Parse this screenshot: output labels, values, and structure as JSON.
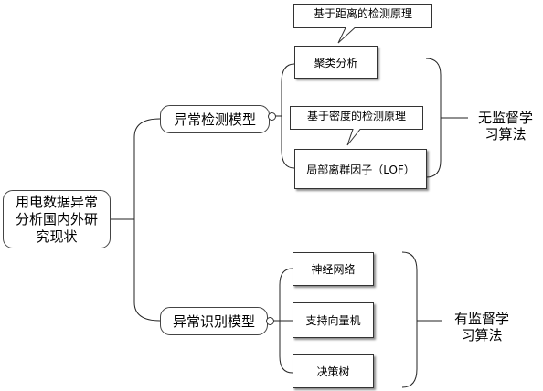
{
  "root": {
    "label": "用电数据异常分析国内外研究现状"
  },
  "branches": [
    {
      "label": "异常检测模型",
      "group_label": "无监督学习算法",
      "items": [
        {
          "label": "聚类分析",
          "callout": "基于距离的检测原理"
        },
        {
          "label": "局部离群因子（LOF）",
          "callout": "基于密度的检测原理"
        }
      ]
    },
    {
      "label": "异常识别模型",
      "group_label": "有监督学习算法",
      "items": [
        {
          "label": "神经网络"
        },
        {
          "label": "支持向量机"
        },
        {
          "label": "决策树"
        }
      ]
    }
  ]
}
